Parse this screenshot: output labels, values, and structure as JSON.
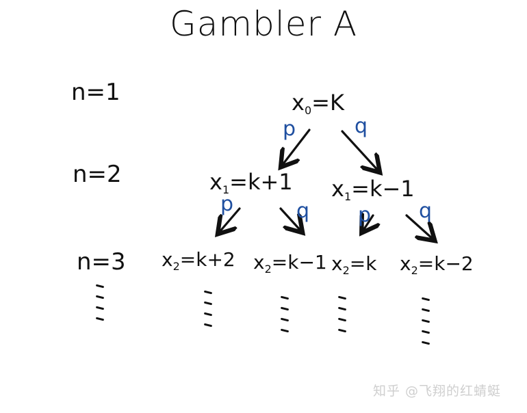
{
  "title": "Gambler A",
  "colors": {
    "ink": "#111111",
    "probability": "#1f4fa0",
    "watermark": "#cfcfcf",
    "background": "#ffffff"
  },
  "levels": [
    {
      "label": "n=1"
    },
    {
      "label": "n=2"
    },
    {
      "label": "n=3"
    }
  ],
  "nodes": {
    "root": {
      "var": "x",
      "sub": "0",
      "expr": "=K"
    },
    "l1_left": {
      "var": "x",
      "sub": "1",
      "expr": "=k+1"
    },
    "l1_right": {
      "var": "x",
      "sub": "1",
      "expr": "=k−1"
    },
    "l2_a": {
      "var": "x",
      "sub": "2",
      "expr": "=k+2"
    },
    "l2_b": {
      "var": "x",
      "sub": "2",
      "expr": "=k−1"
    },
    "l2_c": {
      "var": "x",
      "sub": "2",
      "expr": "=k"
    },
    "l2_d": {
      "var": "x",
      "sub": "2",
      "expr": "=k−2"
    }
  },
  "edge_labels": {
    "root_left": "p",
    "root_right": "q",
    "l1l_left": "p",
    "l1l_right": "q",
    "l1r_left": "p",
    "l1r_right": "q"
  },
  "continuation": "⋮",
  "watermark": "知乎 @飞翔的红蜻蜓"
}
